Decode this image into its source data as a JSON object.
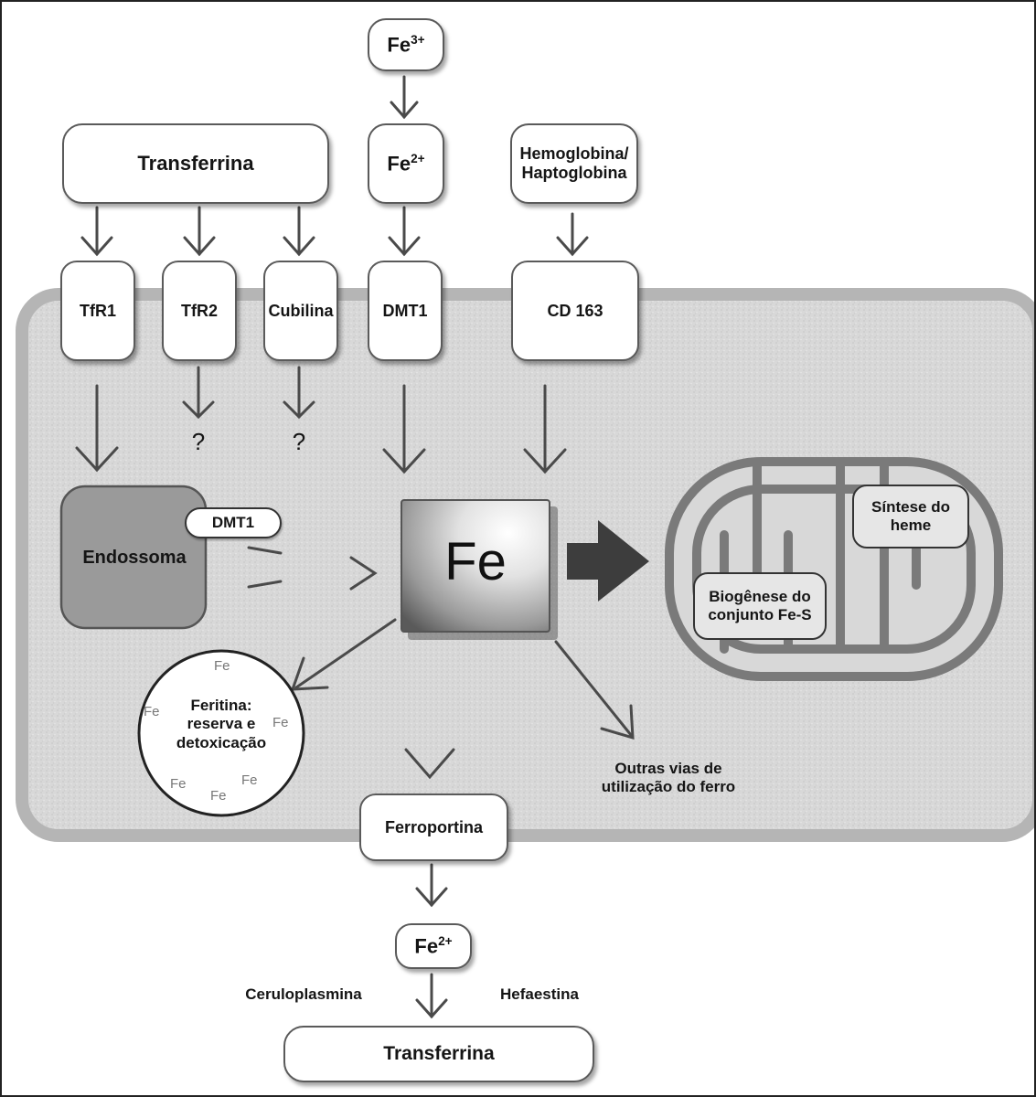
{
  "top": {
    "fe3": {
      "base": "Fe",
      "sup": "3+"
    },
    "fe2": {
      "base": "Fe",
      "sup": "2+"
    },
    "transferrina": "Transferrina",
    "hemoglobina": "Hemoglobina/ Haptoglobina"
  },
  "receptors": {
    "tfr1": "TfR1",
    "tfr2": "TfR2",
    "cubilina": "Cubilina",
    "dmt1": "DMT1",
    "cd163": "CD 163"
  },
  "unknown_marks": [
    "?",
    "?"
  ],
  "endossoma": {
    "label": "Endossoma",
    "dmt1": "DMT1"
  },
  "center_fe": "Fe",
  "mitochondria": {
    "sintese": "Síntese do heme",
    "biogenese": "Biogênese do conjunto Fe-S"
  },
  "ferritina": {
    "label": "Feritina: reserva e detoxicação",
    "fe_marks": [
      "Fe",
      "Fe",
      "Fe",
      "Fe",
      "Fe",
      "Fe"
    ]
  },
  "outras_vias": "Outras vias de utilização do ferro",
  "bottom": {
    "ferroportina": "Ferroportina",
    "fe2": {
      "base": "Fe",
      "sup": "2+"
    },
    "ceruloplasmina": "Ceruloplasmina",
    "hefaestina": "Hefaestina",
    "transferrina": "Transferrina"
  },
  "colors": {
    "cell_fill": "#d9d9d9",
    "cell_border": "#b8b8b8",
    "endossoma": "#9a9a9a",
    "arrow": "#4a4a4a",
    "mito_stroke": "#7a7a7a"
  }
}
